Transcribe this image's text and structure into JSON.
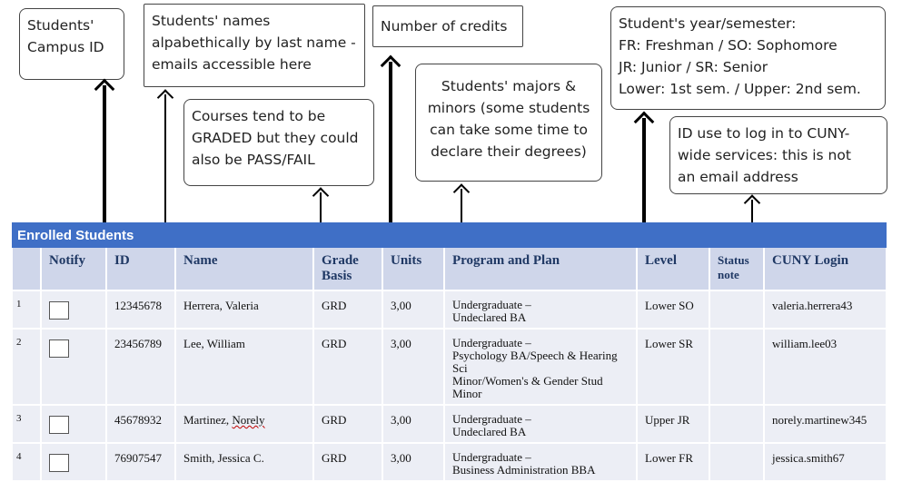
{
  "callouts": {
    "campus_id": "Students'\nCampus ID",
    "names": "Students' names\nalpabethically by last name -\nemails accessible here",
    "credits": "Number of credits",
    "grade_basis": "Courses tend to be\nGRADED but they could\nalso be PASS/FAIL",
    "majors": "Students' majors &\nminors (some students\ncan take some time to\ndeclare their degrees)",
    "year": "Student's year/semester:\nFR: Freshman / SO: Sophomore\nJR: Junior / SR: Senior\nLower: 1st sem. / Upper: 2nd sem.",
    "cuny_login": "ID use to log in to CUNY-\nwide services: this is not\nan email address"
  },
  "table": {
    "title": "Enrolled Students",
    "headers": {
      "notify": "Notify",
      "id": "ID",
      "name": "Name",
      "grade_basis": "Grade Basis",
      "units": "Units",
      "program": "Program and Plan",
      "level": "Level",
      "status": "Status note",
      "login": "CUNY Login"
    },
    "rows": [
      {
        "num": "1",
        "id": "12345678",
        "name": "Herrera, Valeria",
        "grade": "GRD",
        "units": "3,00",
        "program_1": "Undergraduate –",
        "program_2": "Undeclared BA",
        "program_3": "",
        "level": "Lower SO",
        "login": "valeria.herrera43"
      },
      {
        "num": "2",
        "id": "23456789",
        "name": "Lee, William",
        "grade": "GRD",
        "units": "3,00",
        "program_1": "Undergraduate –",
        "program_2": "Psychology BA/Speech & Hearing Sci",
        "program_3": "Minor/Women's & Gender Stud Minor",
        "level": "Lower SR",
        "login": "william.lee03"
      },
      {
        "num": "3",
        "id": "45678932",
        "name_first": "Martinez, ",
        "name_second": "Norely",
        "grade": "GRD",
        "units": "3,00",
        "program_1": "Undergraduate –",
        "program_2": "Undeclared BA",
        "program_3": "",
        "level": "Upper JR",
        "login": "norely.martinew345"
      },
      {
        "num": "4",
        "id": "76907547",
        "name": "Smith, Jessica C.",
        "grade": "GRD",
        "units": "3,00",
        "program_1": "Undergraduate –",
        "program_2": "Business Administration BBA",
        "program_3": "",
        "level": "Lower FR",
        "login": "jessica.smith67"
      }
    ]
  }
}
